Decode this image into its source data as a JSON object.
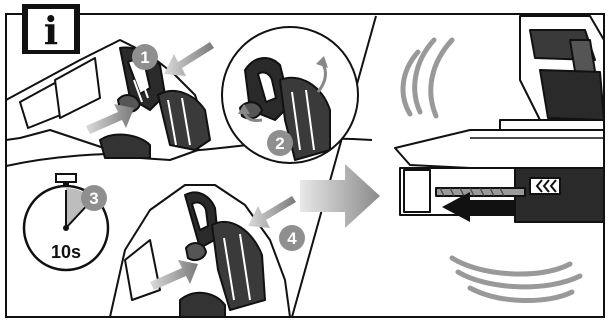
{
  "info_badge": {
    "symbol": "i"
  },
  "steps": [
    {
      "label": "1"
    },
    {
      "label": "2"
    },
    {
      "label": "3"
    },
    {
      "label": "4"
    }
  ],
  "timer": {
    "text": "10s"
  },
  "colors": {
    "line": "#111111",
    "step_circle": "#8f8f8f",
    "arrow_gray": "#9a9a9a",
    "arrow_dark": "#111111"
  }
}
